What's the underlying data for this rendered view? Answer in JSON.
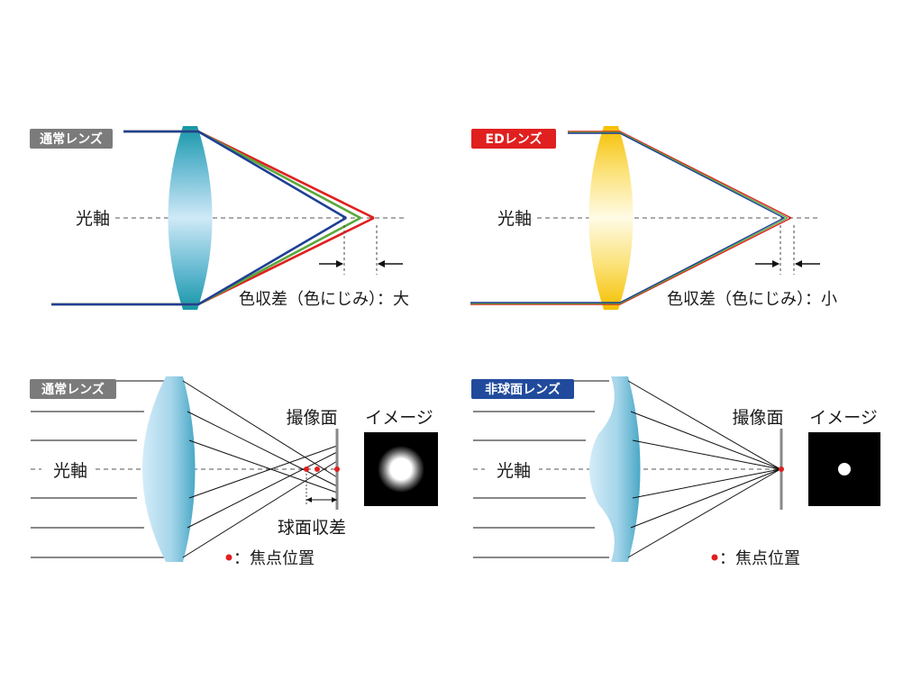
{
  "panels": {
    "chromatic_normal": {
      "tag": "通常レンズ",
      "tag_color": "#7b7b7b",
      "axis_label": "光軸",
      "aberration_label": "色収差（色にじみ）：大"
    },
    "chromatic_ed": {
      "tag": "EDレンズ",
      "tag_color": "#e0201f",
      "axis_label": "光軸",
      "aberration_label": "色収差（色にじみ）：小"
    },
    "spherical_normal": {
      "tag": "通常レンズ",
      "tag_color": "#7b7b7b",
      "axis_label": "光軸",
      "image_plane_label": "撮像面",
      "image_label": "イメージ",
      "aberration_label": "球面収差",
      "legend_label": "：焦点位置"
    },
    "spherical_aspheric": {
      "tag": "非球面レンズ",
      "tag_color": "#214a9c",
      "axis_label": "光軸",
      "image_plane_label": "撮像面",
      "image_label": "イメージ",
      "legend_label": "：焦点位置"
    }
  },
  "colors": {
    "ray_red": "#e0201f",
    "ray_green": "#5aa83c",
    "ray_blue": "#1f3f95",
    "focus_dot": "#e0201f",
    "lens_teal": "#1797a6",
    "lens_light": "#cfe9f7",
    "ed_lens_yellow": "#f5c000"
  }
}
